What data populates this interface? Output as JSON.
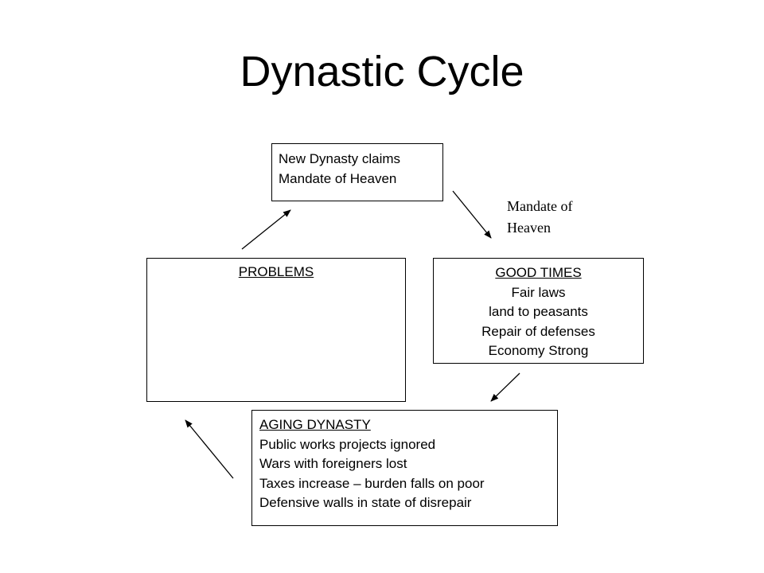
{
  "title": "Dynastic Cycle",
  "boxes": {
    "new_dynasty": {
      "lines": [
        "New Dynasty claims",
        "Mandate of Heaven"
      ]
    },
    "problems": {
      "heading": "PROBLEMS"
    },
    "good_times": {
      "heading": "GOOD TIMES",
      "lines": [
        "Fair laws",
        "land to peasants",
        "Repair of defenses",
        "Economy Strong"
      ]
    },
    "aging_dynasty": {
      "heading": "AGING DYNASTY",
      "lines": [
        "Public works projects ignored",
        "Wars with foreigners lost",
        "Taxes increase – burden falls on poor",
        "Defensive walls in state of disrepair"
      ]
    }
  },
  "arrow_label": {
    "lines": [
      "Mandate of",
      "Heaven"
    ]
  }
}
